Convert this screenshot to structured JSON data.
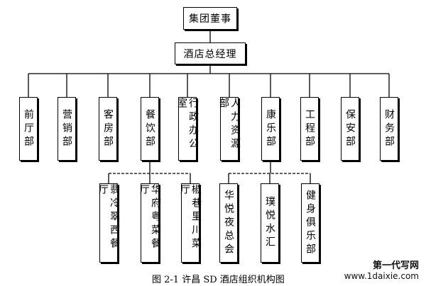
{
  "org_chart": {
    "top": "集团董事",
    "manager": "酒店总经理",
    "departments": [
      "前厅部",
      "营销部",
      "客房部",
      "餐饮部",
      "行政办公室",
      "人力资源部",
      "康乐部",
      "工程部",
      "保安部",
      "财务部"
    ],
    "catering_units": [
      "翡冷翠西餐厅",
      "华府粤菜餐厅",
      "椒巷里川菜厅"
    ],
    "recreation_units": [
      "华悦夜总会",
      "璞悦水汇",
      "健身俱乐部"
    ]
  },
  "caption": "图 2-1   许昌 SD 酒店组织机构图",
  "watermark": {
    "line1": "第一代写网",
    "line2": "www.1daixie.com"
  }
}
